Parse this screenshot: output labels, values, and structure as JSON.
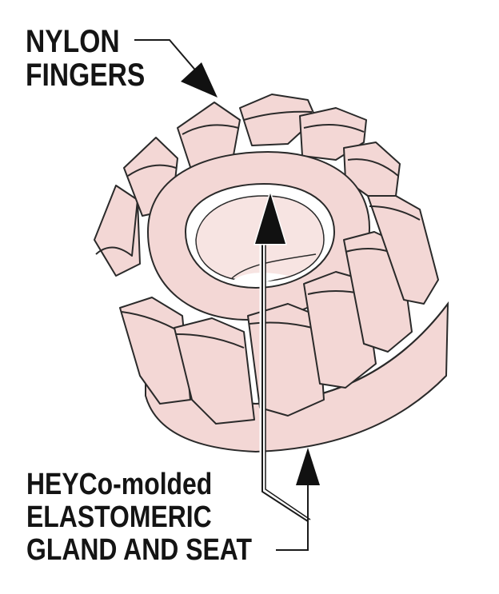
{
  "labels": {
    "fingers": [
      "NYLON",
      "FINGERS"
    ],
    "gland": [
      "HEYCo-molded",
      "ELASTOMERIC",
      "GLAND AND SEAT"
    ]
  },
  "colors": {
    "part_fill": "#f3d7d5",
    "part_shade": "#e9c0bc",
    "line": "#2a2a2a",
    "text": "#141414",
    "background": "#ffffff"
  }
}
